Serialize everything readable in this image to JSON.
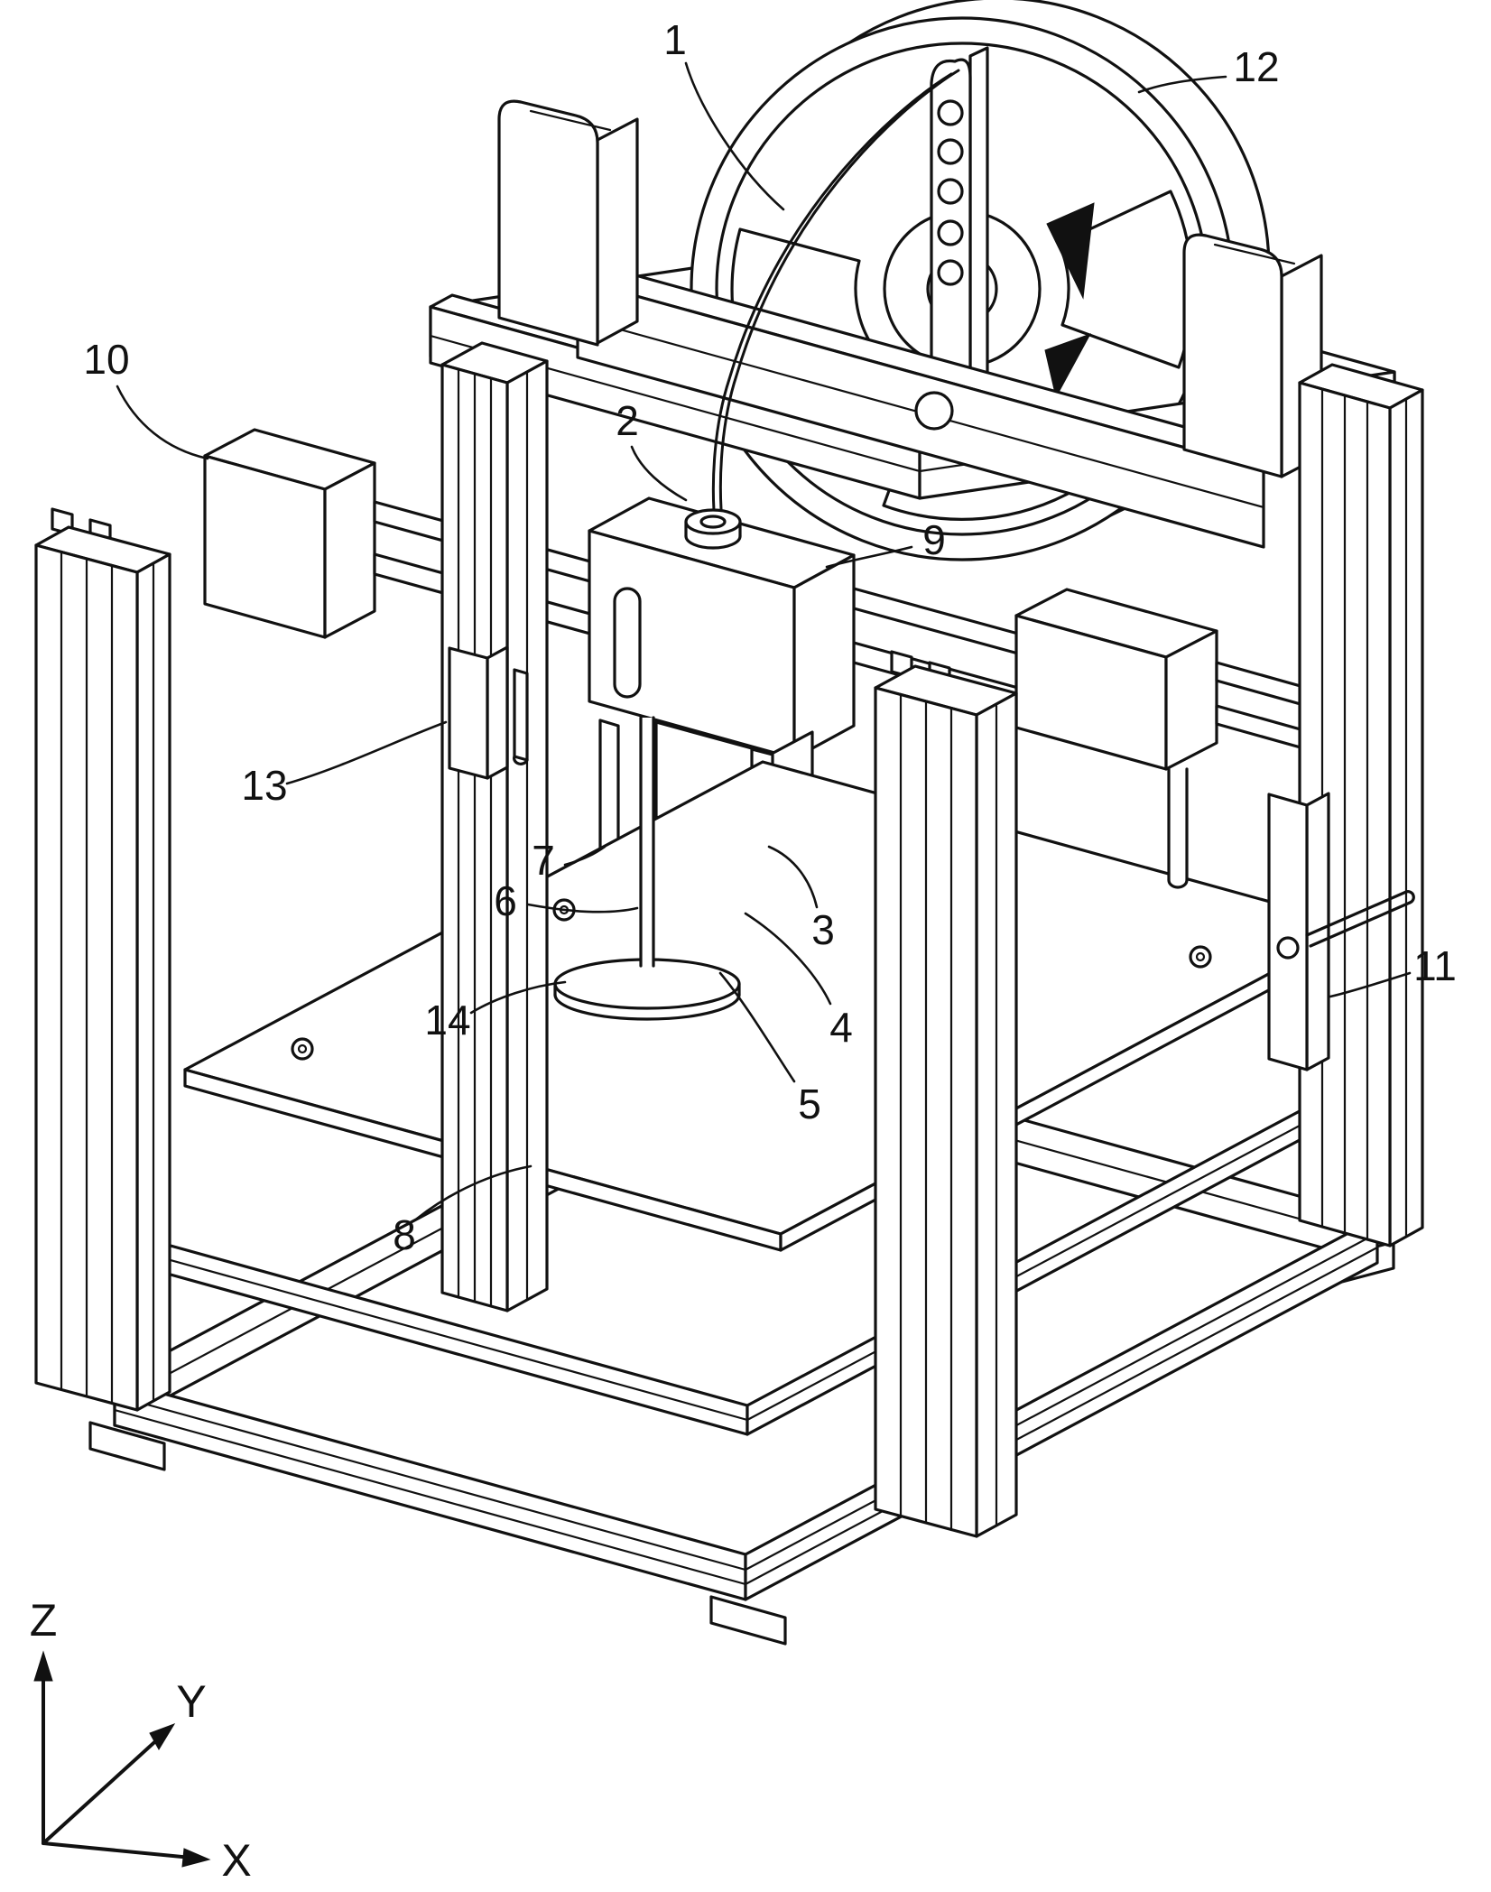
{
  "figure": {
    "background_color": "#ffffff",
    "line_color": "#111111"
  },
  "labels": {
    "l1": "1",
    "l2": "2",
    "l3": "3",
    "l4": "4",
    "l5": "5",
    "l6": "6",
    "l7": "7",
    "l8": "8",
    "l9": "9",
    "l10": "10",
    "l11": "11",
    "l12": "12",
    "l13": "13",
    "l14": "14"
  },
  "axis_indicator": {
    "x_label": "X",
    "y_label": "Y",
    "z_label": "Z"
  }
}
